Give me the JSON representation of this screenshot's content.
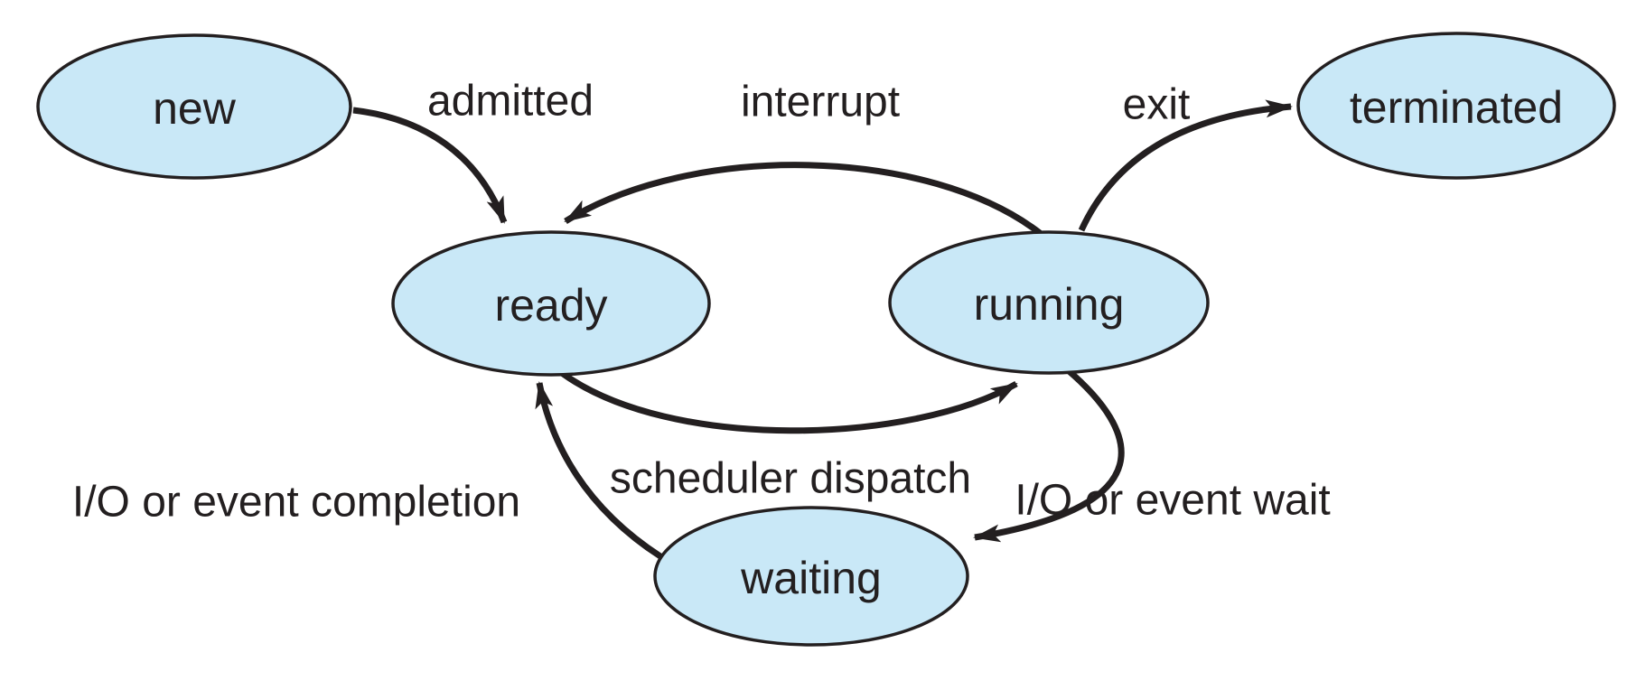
{
  "diagram": {
    "type": "state-diagram",
    "background_color": "#ffffff",
    "state_fill_color": "#c9e8f7",
    "state_stroke_color": "#231f20",
    "arrow_color": "#231f20",
    "text_color": "#231f20",
    "states": [
      {
        "id": "new",
        "label": "new"
      },
      {
        "id": "ready",
        "label": "ready"
      },
      {
        "id": "running",
        "label": "running"
      },
      {
        "id": "waiting",
        "label": "waiting"
      },
      {
        "id": "terminated",
        "label": "terminated"
      }
    ],
    "transitions": [
      {
        "id": "admitted",
        "label": "admitted",
        "from": "new",
        "to": "ready"
      },
      {
        "id": "interrupt",
        "label": "interrupt",
        "from": "running",
        "to": "ready"
      },
      {
        "id": "exit",
        "label": "exit",
        "from": "running",
        "to": "terminated"
      },
      {
        "id": "scheduler_dispatch",
        "label": "scheduler dispatch",
        "from": "ready",
        "to": "running"
      },
      {
        "id": "io_event_wait",
        "label": "I/O or event wait",
        "from": "running",
        "to": "waiting"
      },
      {
        "id": "io_event_completion",
        "label": "I/O or event completion",
        "from": "waiting",
        "to": "ready"
      }
    ]
  }
}
